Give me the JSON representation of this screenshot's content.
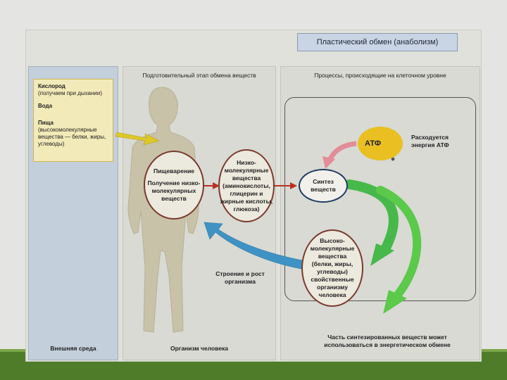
{
  "header": {
    "title": "Пластический обмен (анаболизм)"
  },
  "left_panel": {
    "items": [
      {
        "title": "Кислород",
        "note": "(получаем при дыхании)"
      },
      {
        "title": "Вода",
        "note": ""
      },
      {
        "title": "Пища",
        "note": "(высокомолекулярные вещества — белки, жиры, углеводы)"
      }
    ],
    "footer": "Внешняя среда"
  },
  "middle_panel": {
    "heading": "Подготовительный этап обмена веществ",
    "digestion": {
      "line1": "Пищеварение",
      "line2": "Получение низко-молекулярных веществ"
    },
    "low_mol": {
      "title": "Низко-молекулярные вещества",
      "details": "(аминокислоты, глицерин и жирные кислоты, глюкоза)"
    },
    "growth": "Строение и рост организма",
    "footer": "Организм человека"
  },
  "right_panel": {
    "heading": "Процессы, происходящие на клеточном уровне",
    "atf": "АТФ",
    "energy_note": "Расходуется энергия АТФ",
    "synthesis": "Синтез веществ",
    "high_mol": "Высоко-молекулярные вещества (белки, жиры, углеводы) свойственные организму человека",
    "footer": "Часть синтезированных веществ может использоваться в энергетическом обмене"
  },
  "colors": {
    "green_stripe": "#4e7c28",
    "yellow_arrow": "#dcc82a",
    "red_arrow": "#b93222",
    "blue_arrow": "#3f93c4",
    "green_arrow": "#47b84a",
    "pink_arrow": "#e48c98",
    "ellipse_border": "#7a3a2d",
    "atf_fill": "#e9bf22"
  }
}
